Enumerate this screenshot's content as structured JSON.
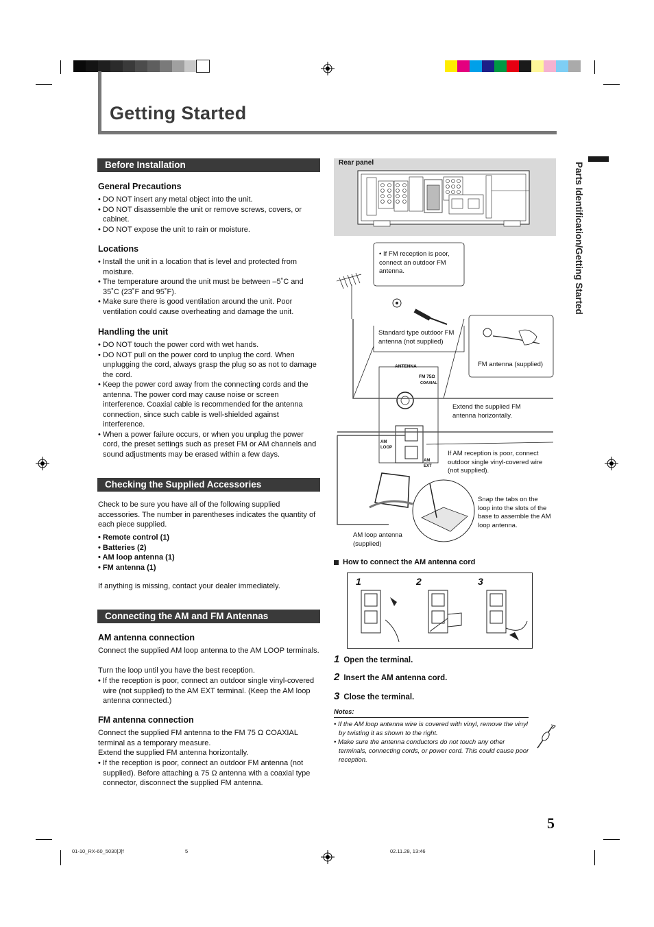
{
  "page": {
    "title": "Getting Started",
    "side_tab": "Parts Identification/Getting Started",
    "page_number": "5"
  },
  "colors": {
    "gray_swatches": [
      "#0a0a0a",
      "#141414",
      "#1f1f1f",
      "#2b2b2b",
      "#3a3a3a",
      "#4c4c4c",
      "#5e5e5e",
      "#7a7a7a",
      "#a0a0a0",
      "#c8c8c8",
      "#ffffff"
    ],
    "color_swatches": [
      "#ffec00",
      "#e4007f",
      "#00a0e9",
      "#1d2088",
      "#009944",
      "#e60012",
      "#1a1a1a",
      "#fff799",
      "#f5b2d0",
      "#7ecef4",
      "#aaaaaa"
    ]
  },
  "before_installation": {
    "heading": "Before Installation",
    "general": {
      "title": "General Precautions",
      "items": [
        "DO NOT insert any metal object into the unit.",
        "DO NOT disassemble the unit or remove screws, covers, or cabinet.",
        "DO NOT expose the unit to rain or moisture."
      ]
    },
    "locations": {
      "title": "Locations",
      "items": [
        "Install the unit in a location that is level and protected from moisture.",
        "The temperature around the unit must be between –5˚C and 35˚C (23˚F and 95˚F).",
        "Make sure there is good ventilation around the unit. Poor ventilation could cause overheating and damage the unit."
      ]
    },
    "handling": {
      "title": "Handling the unit",
      "items": [
        "DO NOT touch the power cord with wet hands.",
        "DO NOT pull on the power cord to unplug the cord. When unplugging the cord, always grasp the plug so as not to damage the cord.",
        "Keep the power cord away from the connecting cords and the antenna. The power cord may cause noise or screen interference. Coaxial cable is recommended for the antenna connection, since such cable is well-shielded against interference.",
        "When a power failure occurs, or when you unplug the power cord, the preset settings such as preset FM or AM channels and sound adjustments may be erased within a few days."
      ]
    }
  },
  "accessories": {
    "heading": "Checking the Supplied Accessories",
    "intro": "Check to be sure you have all of the following supplied accessories. The number in parentheses indicates the quantity of each piece supplied.",
    "items": [
      "Remote control (1)",
      "Batteries (2)",
      "AM loop antenna (1)",
      "FM antenna (1)"
    ],
    "footer": "If anything is missing, contact your dealer immediately."
  },
  "antennas": {
    "heading": "Connecting the AM and FM Antennas",
    "am": {
      "title": "AM antenna connection",
      "text": "Connect the supplied AM loop antenna to the AM LOOP terminals.",
      "text2": "Turn the loop until you have the best reception.",
      "items": [
        "If the reception is poor, connect an outdoor single vinyl-covered wire (not supplied) to the AM EXT terminal. (Keep the AM loop antenna connected.)"
      ]
    },
    "fm": {
      "title": "FM antenna connection",
      "text": "Connect the supplied FM antenna to the FM 75 Ω COAXIAL terminal as a temporary measure.",
      "text2": "Extend the supplied FM antenna horizontally.",
      "items": [
        "If the reception is poor, connect an outdoor FM antenna (not supplied). Before attaching a 75 Ω antenna with a coaxial type connector, disconnect the supplied FM antenna."
      ]
    }
  },
  "diagram": {
    "rear_panel": "Rear panel",
    "fm_poor": "If FM reception is poor, connect an outdoor FM antenna.",
    "std_outdoor": "Standard type outdoor FM antenna (not supplied)",
    "fm_supplied": "FM antenna (supplied)",
    "antenna_label": "ANTENNA",
    "fm75": "FM 75Ω",
    "coaxial": "COAXIAL",
    "extend": "Extend the supplied FM antenna horizontally.",
    "am_loop_term": "AM LOOP",
    "am_ext_term": "AM EXT",
    "am_poor": "If AM reception is poor, connect outdoor single vinyl-covered wire (not supplied).",
    "snap_tabs": "Snap the tabs on the loop into the slots of the base to assemble the AM loop antenna.",
    "am_loop_supplied": "AM loop antenna (supplied)"
  },
  "howto": {
    "title": "How to connect the AM antenna cord",
    "panel_nums": [
      "1",
      "2",
      "3"
    ],
    "steps": [
      {
        "num": "1",
        "text": "Open the terminal."
      },
      {
        "num": "2",
        "text": "Insert the AM antenna cord."
      },
      {
        "num": "3",
        "text": "Close the terminal."
      }
    ]
  },
  "notes": {
    "title": "Notes:",
    "items": [
      "If the AM loop antenna wire is covered with vinyl, remove the vinyl by twisting it as shown to the right.",
      "Make sure the antenna conductors do not touch any other terminals, connecting cords, or power cord. This could cause poor reception."
    ]
  },
  "footer": {
    "file": "01-10_RX-60_5030[J]f",
    "page": "5",
    "date": "02.11.28, 13:46"
  }
}
